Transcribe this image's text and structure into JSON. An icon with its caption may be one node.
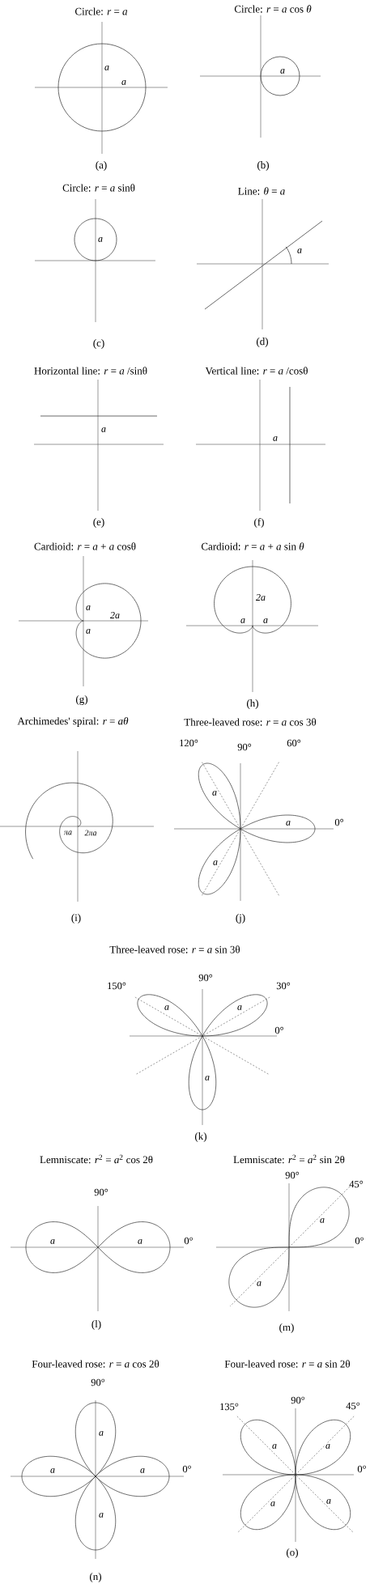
{
  "diagram": {
    "labels": [
      "Circle: *r* = *a*",
      "a",
      "a",
      "(a)",
      "Circle: *r* = *a* cos *θ*",
      "a",
      "(b)",
      "Circle: *r* = *a* sinθ",
      "a",
      "(c)",
      "Line:  *θ* = *a*",
      "a",
      "(d)",
      "Horizontal line: *r* = *a* /sinθ",
      "a",
      "(e)",
      "Vertical line: *r* = *a* /cosθ",
      "a",
      "(f)",
      "Cardioid: *r* = *a* + *a* cosθ",
      "a",
      "2a",
      "a",
      "(g)",
      "Cardioid: *r* = *a* + *a* sin *θ*",
      "2a",
      "a",
      "a",
      "(h)",
      "Archimedes' spiral: *r* = *aθ*",
      "πa",
      "2πa",
      "(i)",
      "Three-leaved rose: *r* = *a* cos 3θ",
      "120°",
      "90°",
      "60°",
      "a",
      "a",
      "0°",
      "a",
      "(j)",
      "Three-leaved rose: *r* = *a* sin 3θ",
      "150°",
      "90°",
      "30°",
      "a",
      "a",
      "0°",
      "a",
      "(k)",
      "Lemniscate: *r*$^{2}$ = *a*$^{2}$ cos 2θ",
      "Lemniscate: *r*$^{2}$ = *a*$^{2}$ sin 2θ",
      "90°",
      "90°",
      "45°",
      "a",
      "a",
      "0°",
      "a",
      "0°",
      "a",
      "(l)",
      "(m)",
      "Four-leaved rose: *r* = *a* cos 2θ",
      "Four-leaved rose: *r* = *a* sin 2θ",
      "90°",
      "135°",
      "90°",
      "45°",
      "a",
      "a",
      "a",
      "a",
      "a",
      "0°",
      "0°",
      "a",
      "a",
      "a",
      "(n)",
      "(o)"
    ]
  }
}
